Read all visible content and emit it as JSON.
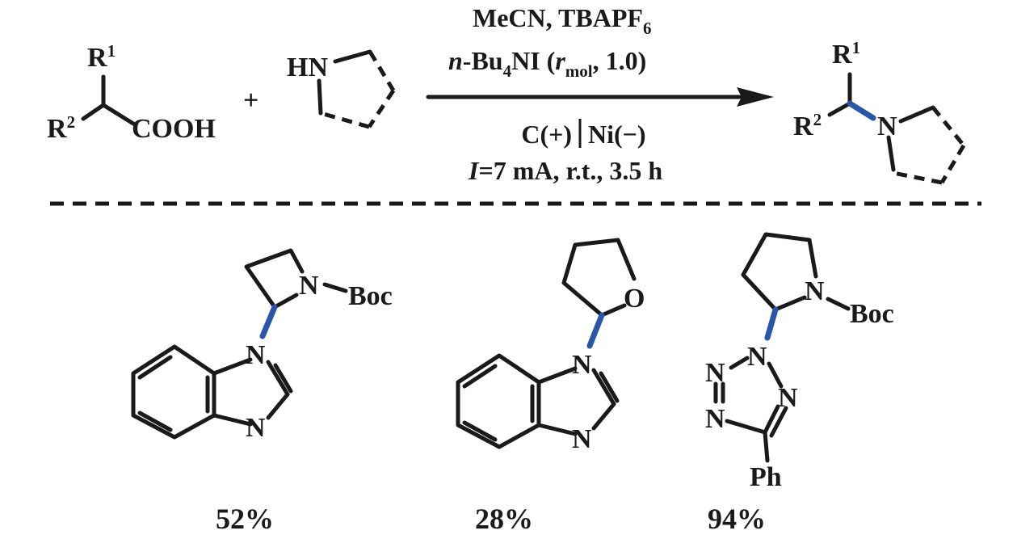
{
  "colors": {
    "ink": "#1a1a1a",
    "new_bond": "#2a55a8",
    "background": "#ffffff"
  },
  "reaction": {
    "reactant_acid": {
      "r1": "R",
      "r1_sup": "1",
      "r2": "R",
      "r2_sup": "2",
      "group": "COOH"
    },
    "plus": "+",
    "reactant_amine": {
      "nh": "HN"
    },
    "conditions": {
      "solvent": "MeCN, TBAPF",
      "solvent_sub": "6",
      "additive_prefix": "n",
      "additive_mid": "-Bu",
      "additive_sub": "4",
      "additive_name": "NI (",
      "additive_r": "r",
      "additive_r_sub": "mol",
      "additive_tail": ", 1.0)",
      "anode": "C(+)",
      "cathode": "Ni(−)",
      "current_symbol": "I",
      "current_rest": "=7 mA, r.t., 3.5 h"
    },
    "product": {
      "r1": "R",
      "r1_sup": "1",
      "r2": "R",
      "r2_sup": "2",
      "n": "N"
    }
  },
  "examples": [
    {
      "labels": {
        "n_ring": "N",
        "boc": "Boc",
        "n_top": "N",
        "n_bottom": "N"
      },
      "yield": "52%"
    },
    {
      "labels": {
        "o": "O",
        "n_top": "N",
        "n_bottom": "N"
      },
      "yield": "28%"
    },
    {
      "labels": {
        "n_ring": "N",
        "boc": "Boc",
        "n1": "N",
        "n2": "N",
        "n3": "N",
        "n4": "N",
        "ph": "Ph"
      },
      "yield": "94%"
    }
  ]
}
